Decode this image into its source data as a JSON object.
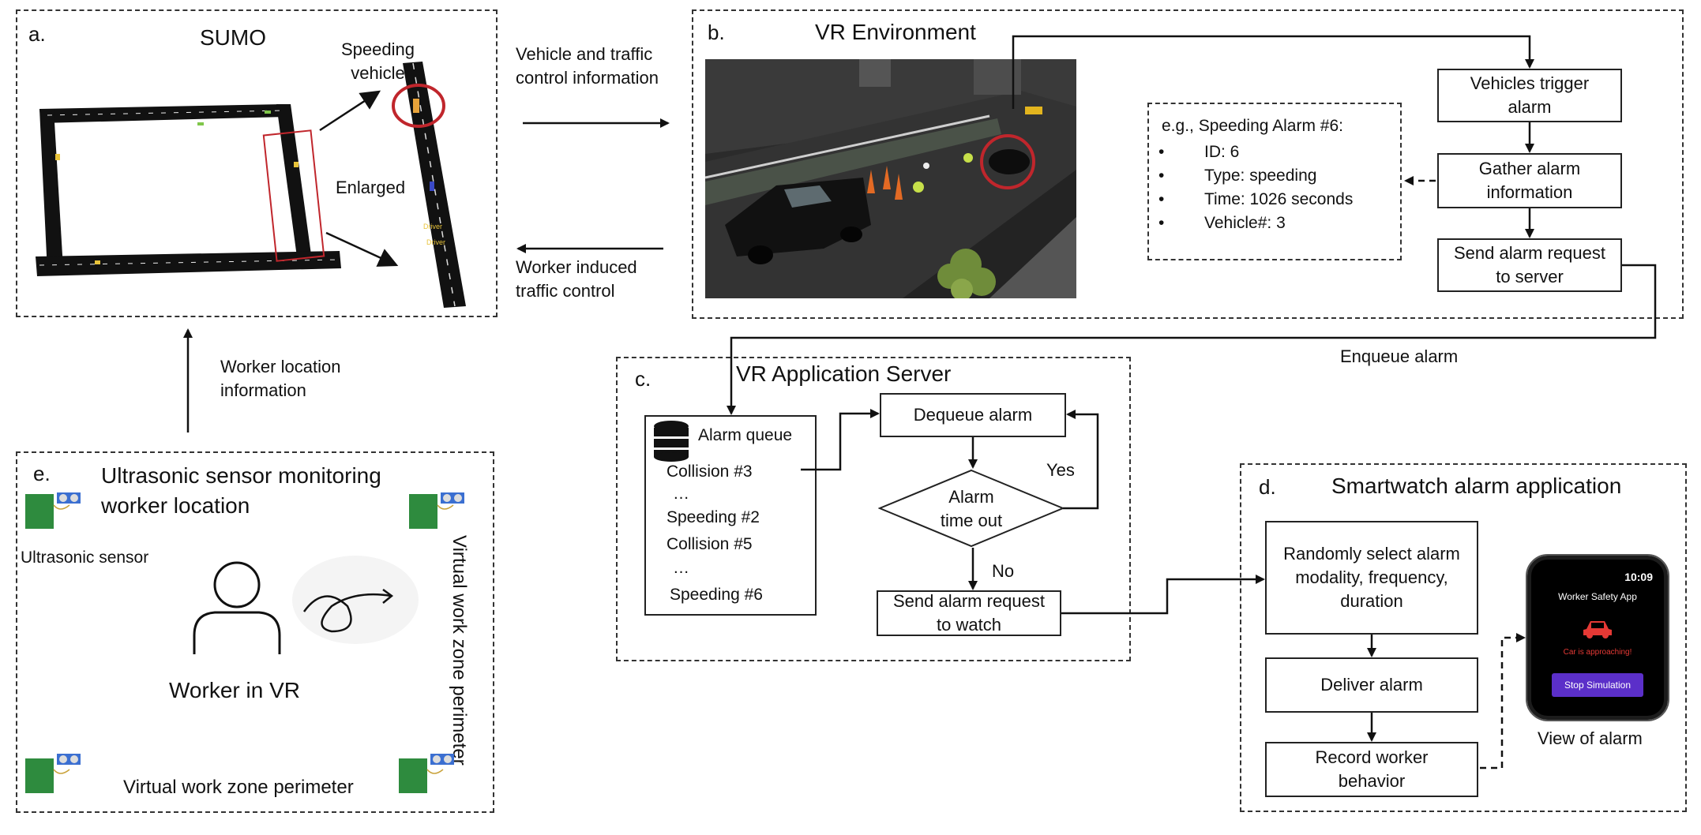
{
  "panel_a": {
    "letter": "a.",
    "title": "SUMO",
    "speeding_label": "Speeding\nvehicle",
    "enlarged_label": "Enlarged"
  },
  "flows": {
    "vehicle_info": "Vehicle and traffic\ncontrol information",
    "worker_traffic": "Worker induced\ntraffic control",
    "worker_location": "Worker location\ninformation",
    "enqueue": "Enqueue alarm"
  },
  "panel_b": {
    "letter": "b.",
    "title": "VR Environment",
    "example": {
      "title": "e.g., Speeding Alarm #6:",
      "items": [
        "ID: 6",
        "Type: speeding",
        "Time: 1026 seconds",
        "Vehicle#: 3"
      ]
    },
    "trigger": "Vehicles trigger\nalarm",
    "gather": "Gather alarm\ninformation",
    "send": "Send alarm request\nto server"
  },
  "panel_c": {
    "letter": "c.",
    "title": "VR Application Server",
    "queue_title": "Alarm queue",
    "queue_items": [
      "Collision #3",
      "…",
      "Speeding #2",
      "Collision #5",
      "…",
      "Speeding #6"
    ],
    "dequeue": "Dequeue alarm",
    "timeout": "Alarm\ntime out",
    "yes": "Yes",
    "no": "No",
    "send_watch": "Send alarm request\nto watch"
  },
  "panel_d": {
    "letter": "d.",
    "title": "Smartwatch alarm application",
    "random": "Randomly select alarm\nmodality, frequency,\nduration",
    "deliver": "Deliver alarm",
    "record": "Record worker\nbehavior",
    "watch": {
      "time": "10:09",
      "app": "Worker Safety App",
      "message": "Car is approaching!",
      "button": "Stop Simulation"
    },
    "view_label": "View of alarm"
  },
  "panel_e": {
    "letter": "e.",
    "title": "Ultrasonic sensor monitoring\nworker location",
    "sensor_label": "Ultrasonic sensor",
    "worker_label": "Worker in VR",
    "perimeter_bottom": "Virtual work zone perimeter",
    "perimeter_right": "Virtual work zone perimeter"
  },
  "colors": {
    "highlight_red": "#c0262c",
    "watch_bg": "#000000",
    "watch_button": "#5b2fc9",
    "watch_alert": "#e53935",
    "sensor_board": "#2e8b3e"
  }
}
